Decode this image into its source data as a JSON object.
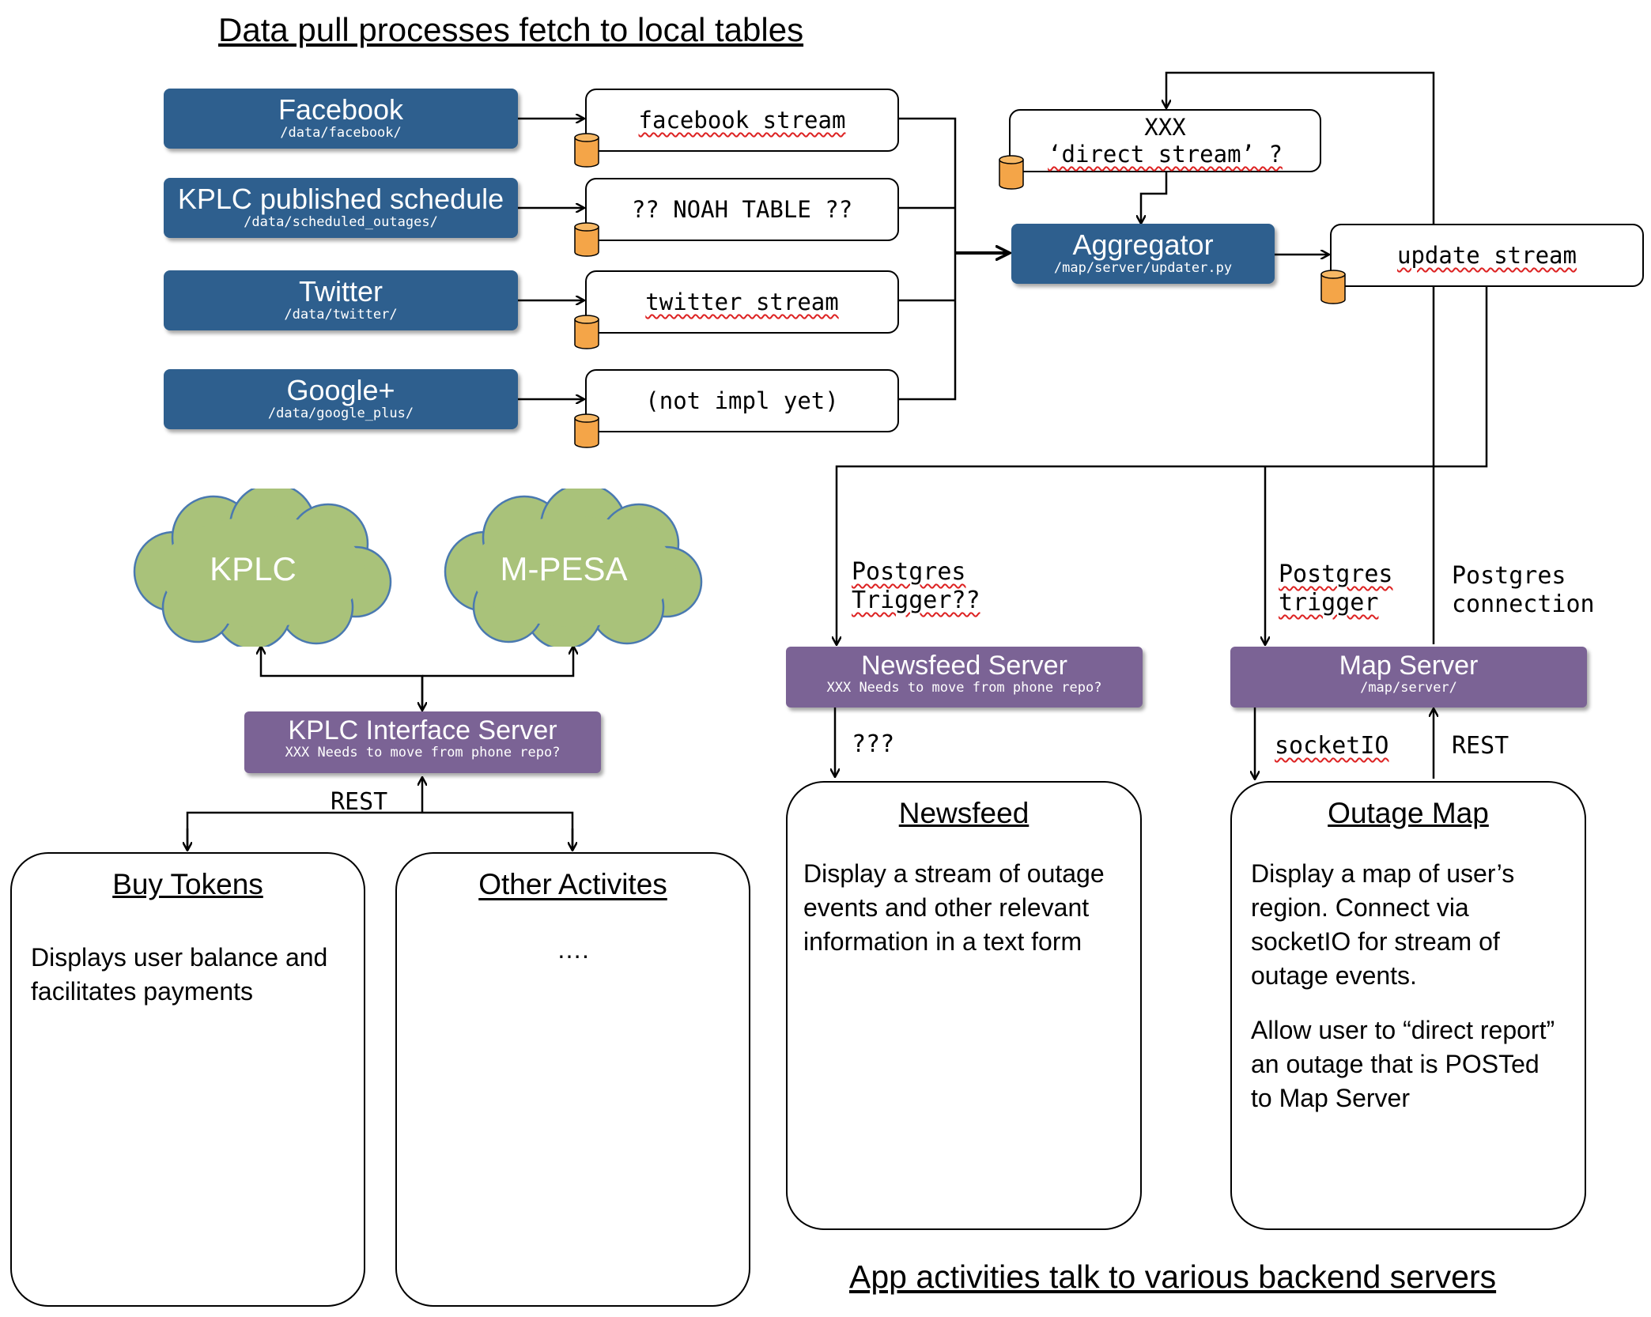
{
  "headings": {
    "top": "Data pull processes fetch to local tables",
    "bottom": "App activities talk to various backend servers"
  },
  "sources": [
    {
      "title": "Facebook",
      "path": "/data/facebook/"
    },
    {
      "title": "KPLC published schedule",
      "path": "/data/scheduled_outages/"
    },
    {
      "title": "Twitter",
      "path": "/data/twitter/"
    },
    {
      "title": "Google+",
      "path": "/data/google_plus/"
    }
  ],
  "streams": [
    "facebook stream",
    "?? NOAH TABLE ??",
    "twitter stream",
    "(not impl yet)"
  ],
  "direct_stream": {
    "line1": "XXX",
    "line2": "‘direct stream’ ?"
  },
  "aggregator": {
    "title": "Aggregator",
    "path": "/map/server/updater.py"
  },
  "update_stream": "update stream",
  "clouds": [
    "KPLC",
    "M-PESA"
  ],
  "servers": {
    "kplc_interface": {
      "title": "KPLC Interface Server",
      "note": "XXX Needs to move from phone repo?"
    },
    "newsfeed": {
      "title": "Newsfeed Server",
      "note": "XXX Needs to move from phone repo?"
    },
    "map": {
      "title": "Map Server",
      "path": "/map/server/"
    }
  },
  "edge_labels": {
    "rest_kplc": "REST",
    "postgres_newsfeed": "Postgres\nTrigger??",
    "postgres_map_trigger": "Postgres\ntrigger",
    "postgres_connection": "Postgres\nconnection",
    "newsfeed_q": "???",
    "socketio": "socketIO",
    "rest_map": "REST"
  },
  "activities": [
    {
      "title": "Buy Tokens",
      "body": "Displays user balance and facilitates payments"
    },
    {
      "title": "Other Activites",
      "body": "…."
    },
    {
      "title": "Newsfeed",
      "body": "Display a stream of outage events and other relevant information in a text form"
    },
    {
      "title": "Outage Map",
      "body": "Display a map of user’s region. Connect via socketIO for stream of outage events.",
      "body2": "Allow user to “direct report” an outage that is POSTed to Map Server"
    }
  ]
}
